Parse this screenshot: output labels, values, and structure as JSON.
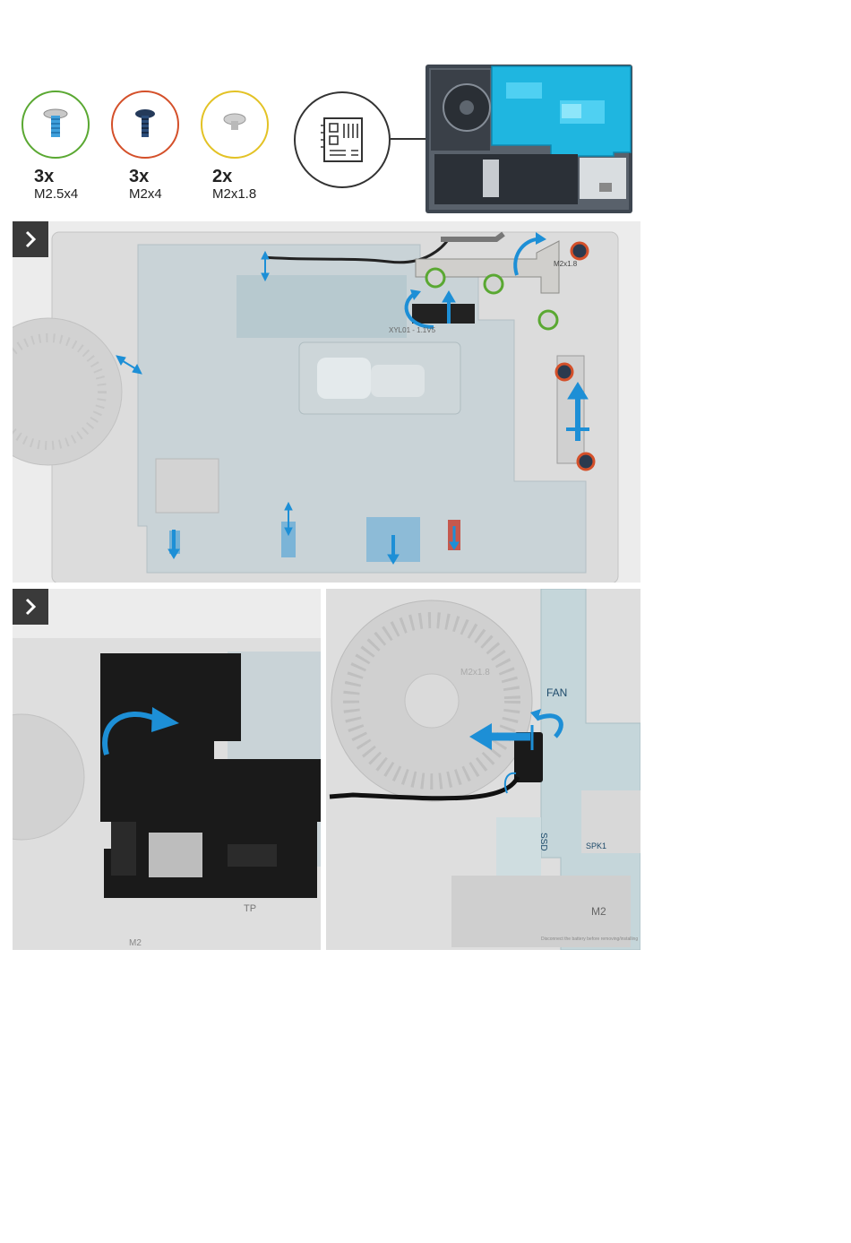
{
  "screws": [
    {
      "count": "3x",
      "size": "M2.5x4",
      "ring_color": "#5aa832",
      "icon": "screw-m2.5x4-icon"
    },
    {
      "count": "3x",
      "size": "M2x4",
      "ring_color": "#d4502a",
      "icon": "screw-m2x4-icon"
    },
    {
      "count": "2x",
      "size": "M2x1.8",
      "ring_color": "#e3c225",
      "icon": "screw-m2x1.8-icon"
    }
  ],
  "component_icon": "system-board-icon",
  "colors": {
    "highlight": "#1fb6e0",
    "arrow": "#1d8fd6",
    "step_button": "#3a3a3a",
    "panel_bg": "#ececec",
    "mylar": "#1a1a1a"
  },
  "board_labels": {
    "board_text_1": "XYL01 - 1.1V5",
    "board_text_2": "M2x1.8"
  },
  "panel3_labels": {
    "tp": "TP",
    "m2": "M2"
  },
  "panel4_labels": {
    "fan": "FAN",
    "ssd": "SSD",
    "spk": "SPK1",
    "m2": "M2",
    "fan_screw": "M2x1.8",
    "notice": "Disconnect the battery before removing/installing"
  },
  "steps": [
    {
      "icon": "chevron-right-icon"
    },
    {
      "icon": "chevron-right-icon"
    },
    {
      "icon": "chevron-right-icon"
    }
  ]
}
